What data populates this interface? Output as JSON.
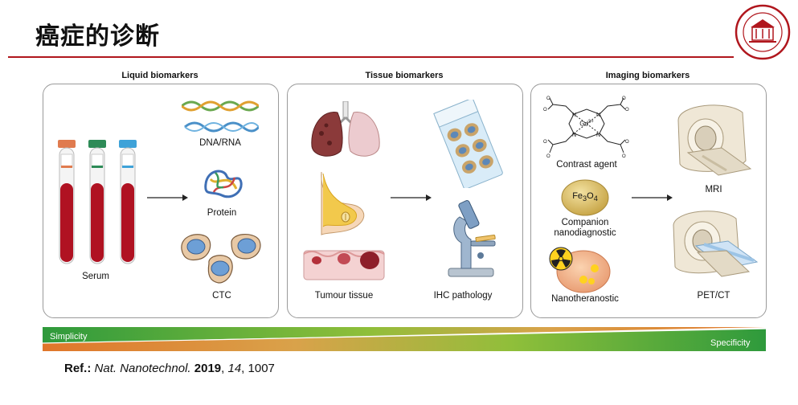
{
  "slide_title": "癌症的诊断",
  "sections": {
    "liquid": {
      "heading": "Liquid biomarkers",
      "serum": "Serum",
      "dna": "DNA/RNA",
      "protein": "Protein",
      "ctc": "CTC"
    },
    "tissue": {
      "heading": "Tissue biomarkers",
      "tumour": "Tumour tissue",
      "ihc": "IHC pathology"
    },
    "imaging": {
      "heading": "Imaging biomarkers",
      "contrast": "Contrast agent",
      "companion_line1": "Companion",
      "companion_line2": "nanodiagnostic",
      "nanotheranostic": "Nanotheranostic",
      "mri": "MRI",
      "petct": "PET/CT",
      "gd_label": "Gd3+",
      "fe_label": "Fe3O4"
    }
  },
  "gradient": {
    "left_label": "Simplicity",
    "right_label": "Specificity"
  },
  "reference": {
    "prefix": "Ref.:",
    "journal": "Nat. Nanotechnol.",
    "year": "2019",
    "volume": "14",
    "page": "1007"
  }
}
